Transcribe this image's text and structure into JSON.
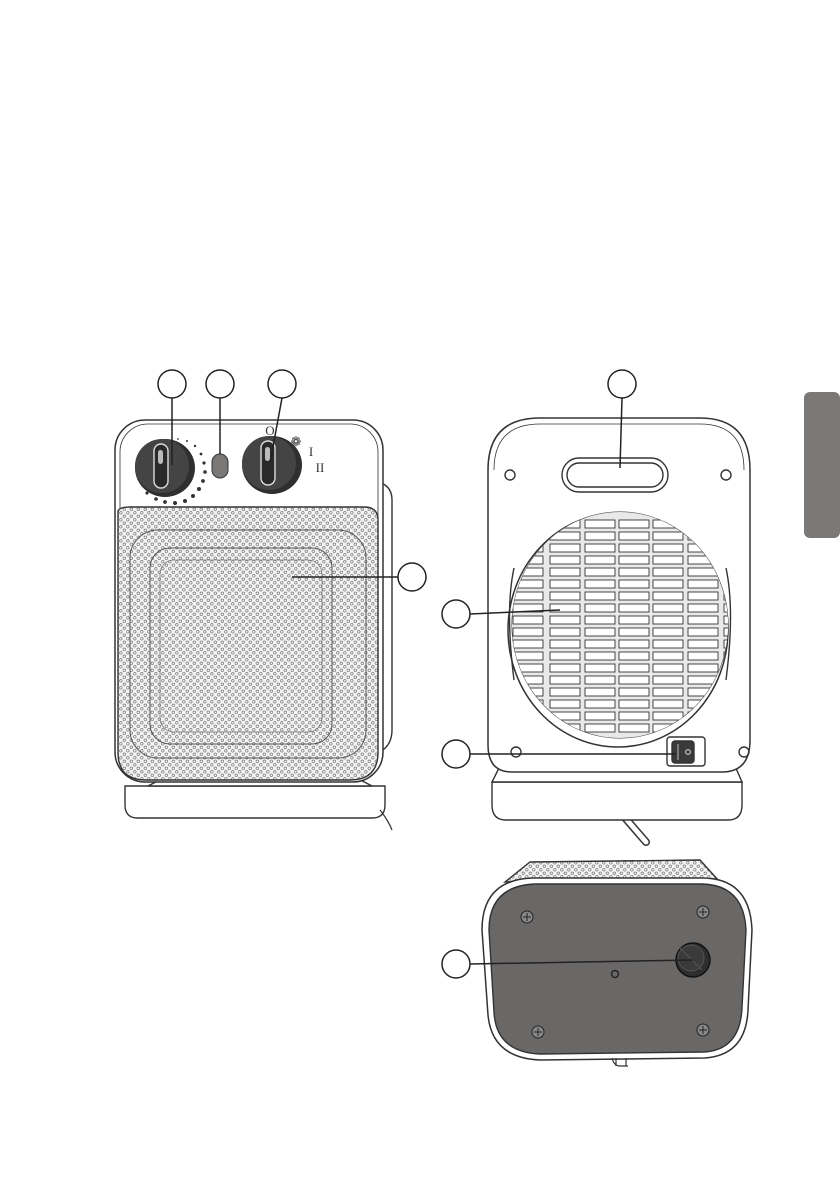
{
  "page": {
    "background": "#ffffff"
  },
  "colors": {
    "line": "#333333",
    "mesh": "#d9d9d9",
    "knob": "#3b3b3b",
    "bottom_panel": "#6a6767",
    "side_tab": "#7b7878",
    "indicator": "#7a7777"
  },
  "callouts": [
    {
      "id": "front-thermostat-knob",
      "label": ""
    },
    {
      "id": "front-indicator-light",
      "label": ""
    },
    {
      "id": "front-mode-knob",
      "label": ""
    },
    {
      "id": "front-grille",
      "label": ""
    },
    {
      "id": "rear-handle",
      "label": ""
    },
    {
      "id": "rear-air-inlet",
      "label": ""
    },
    {
      "id": "rear-oscillation-switch",
      "label": ""
    },
    {
      "id": "bottom-safety-switch",
      "label": ""
    }
  ],
  "mode_knob": {
    "marks": {
      "off": "O",
      "fan": "❁",
      "low": "I",
      "high": "II"
    }
  },
  "icons": {
    "fan_mark": "fan-icon",
    "switch": "rocker-switch-icon",
    "screw": "screw-icon"
  }
}
